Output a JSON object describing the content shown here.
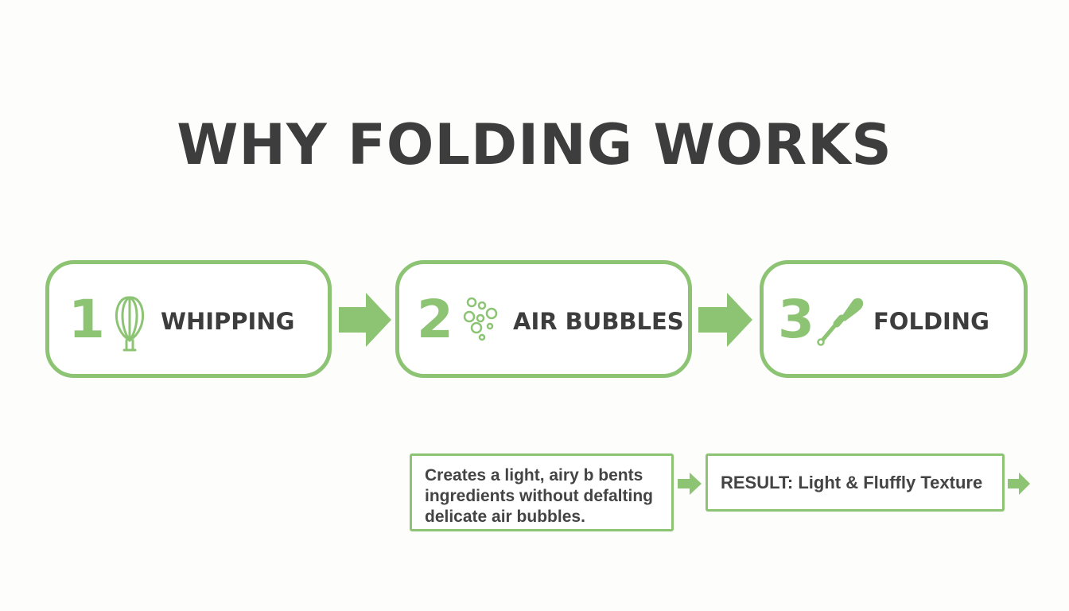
{
  "title": "WHY FOLDING WORKS",
  "colors": {
    "accent": "#8cc474",
    "text": "#3d3d3d",
    "background": "#fdfdfc"
  },
  "steps": [
    {
      "number": "1",
      "label": "WHIPPING",
      "icon": "whisk-icon"
    },
    {
      "number": "2",
      "label": "AIR BUBBLES",
      "icon": "bubbles-icon"
    },
    {
      "number": "3",
      "label": "FOLDING",
      "icon": "spatula-icon"
    }
  ],
  "explanation": "Creates a light, airy b bents ingredients without defalting delicate air bubbles.",
  "result": "RESULT: Light & Fluffly Texture"
}
